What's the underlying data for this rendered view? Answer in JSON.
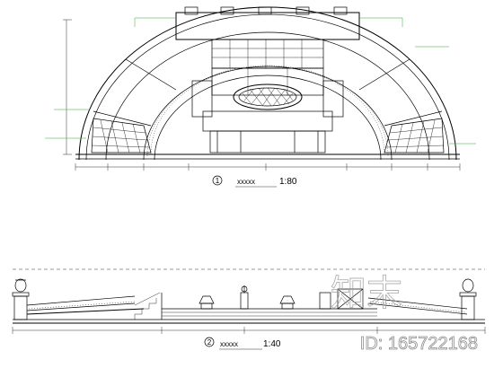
{
  "drawing": {
    "plan": {
      "number": "1",
      "title": "xxxxx",
      "scale": "1:80"
    },
    "elevation": {
      "number": "2",
      "title": "xxxxx",
      "scale": "1:40"
    }
  },
  "watermark": {
    "logo": "知末",
    "id": "ID: 165722168"
  }
}
